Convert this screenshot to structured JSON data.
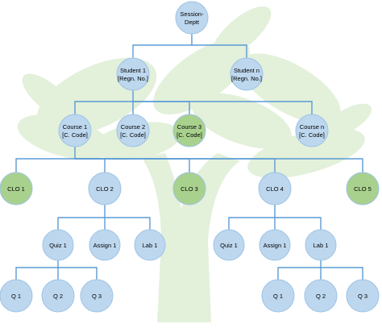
{
  "colors": {
    "node_blue": "#bdd7ee",
    "node_green": "#a9d18e",
    "node_stroke": "#9dc3e6",
    "connector": "#5b9bd5",
    "tree_bg": "#e2f0d9",
    "text": "#000000"
  },
  "nodes": {
    "session": {
      "line1": "Session-",
      "line2": "Deptt"
    },
    "student1": {
      "line1": "Student 1",
      "line2": "[Regn. No.]"
    },
    "studentn": {
      "line1": "Student n",
      "line2": "[Regn. No.]"
    },
    "course1": {
      "line1": "Course 1",
      "line2": "[C. Code]"
    },
    "course2": {
      "line1": "Course 2",
      "line2": "[C. Code]"
    },
    "course3": {
      "line1": "Course 3",
      "line2": "[C. Code]"
    },
    "coursen": {
      "line1": "Course n",
      "line2": "[C. Code]"
    },
    "clo1": {
      "label": "CLO 1"
    },
    "clo2": {
      "label": "CLO 2"
    },
    "clo3": {
      "label": "CLO 3"
    },
    "clo4": {
      "label": "CLO 4"
    },
    "clo5": {
      "label": "CLO 5"
    },
    "quiz1_left": {
      "label": "Quiz 1"
    },
    "assign1_left": {
      "label": "Assign 1"
    },
    "lab1_left": {
      "label": "Lab 1"
    },
    "quiz1_right": {
      "label": "Quiz 1"
    },
    "assign1_right": {
      "label": "Assign 1"
    },
    "lab1_right": {
      "label": "Lab 1"
    },
    "q1_left": {
      "label": "Q 1"
    },
    "q2_left": {
      "label": "Q 2"
    },
    "q3_left": {
      "label": "Q 3"
    },
    "q1_right": {
      "label": "Q 1"
    },
    "q2_right": {
      "label": "Q 2"
    },
    "q3_right": {
      "label": "Q 3"
    }
  }
}
